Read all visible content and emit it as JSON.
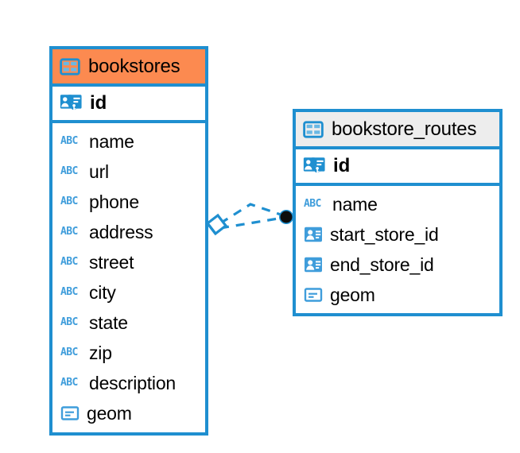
{
  "diagram": {
    "type": "entity-relationship-diagram",
    "background_color": "#ffffff",
    "accent_blue": "#1f8fd0",
    "accent_orange": "#fc8a50",
    "accent_gray": "#ededed",
    "icon_blue": "#3f9ddb"
  },
  "entities": [
    {
      "name": "bookstores",
      "header_color": "#fc8a50",
      "table_icon": "table-icon",
      "primary_key": {
        "label": "id",
        "icon": "primary-key-icon"
      },
      "fields": [
        {
          "label": "name",
          "icon": "abc-icon",
          "icon_text": "ABC"
        },
        {
          "label": "url",
          "icon": "abc-icon",
          "icon_text": "ABC"
        },
        {
          "label": "phone",
          "icon": "abc-icon",
          "icon_text": "ABC"
        },
        {
          "label": "address",
          "icon": "abc-icon",
          "icon_text": "ABC"
        },
        {
          "label": "street",
          "icon": "abc-icon",
          "icon_text": "ABC"
        },
        {
          "label": "city",
          "icon": "abc-icon",
          "icon_text": "ABC"
        },
        {
          "label": "state",
          "icon": "abc-icon",
          "icon_text": "ABC"
        },
        {
          "label": "zip",
          "icon": "abc-icon",
          "icon_text": "ABC"
        },
        {
          "label": "description",
          "icon": "abc-icon",
          "icon_text": "ABC"
        },
        {
          "label": "geom",
          "icon": "geometry-icon"
        }
      ]
    },
    {
      "name": "bookstore_routes",
      "header_color": "#ededed",
      "table_icon": "table-icon",
      "primary_key": {
        "label": "id",
        "icon": "primary-key-icon"
      },
      "fields": [
        {
          "label": "name",
          "icon": "abc-icon",
          "icon_text": "ABC"
        },
        {
          "label": "start_store_id",
          "icon": "foreign-key-icon"
        },
        {
          "label": "end_store_id",
          "icon": "foreign-key-icon"
        },
        {
          "label": "geom",
          "icon": "geometry-icon"
        }
      ]
    }
  ],
  "relationship": {
    "style": "dashed",
    "color": "#1f8fd0",
    "source_entity": "bookstores",
    "target_entity": "bookstore_routes",
    "source_marker": "diamond-outline",
    "target_marker": "filled-circle",
    "target_marker_color": "#000000"
  }
}
